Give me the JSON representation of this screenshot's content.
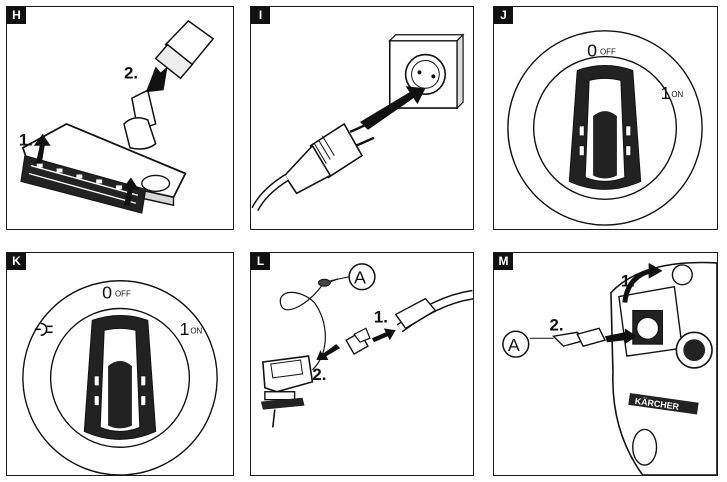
{
  "panels": [
    {
      "id": "H",
      "steps": [
        "1.",
        "2."
      ]
    },
    {
      "id": "I",
      "steps": []
    },
    {
      "id": "J",
      "positions": [
        "0",
        "OFF",
        "1",
        "ON"
      ]
    },
    {
      "id": "K",
      "positions": [
        "0",
        "OFF",
        "1",
        "ON"
      ]
    },
    {
      "id": "L",
      "steps": [
        "1.",
        "2."
      ],
      "callout": "A"
    },
    {
      "id": "M",
      "steps": [
        "1.",
        "2."
      ],
      "callout": "A",
      "brand": "KÄRCHER"
    }
  ]
}
